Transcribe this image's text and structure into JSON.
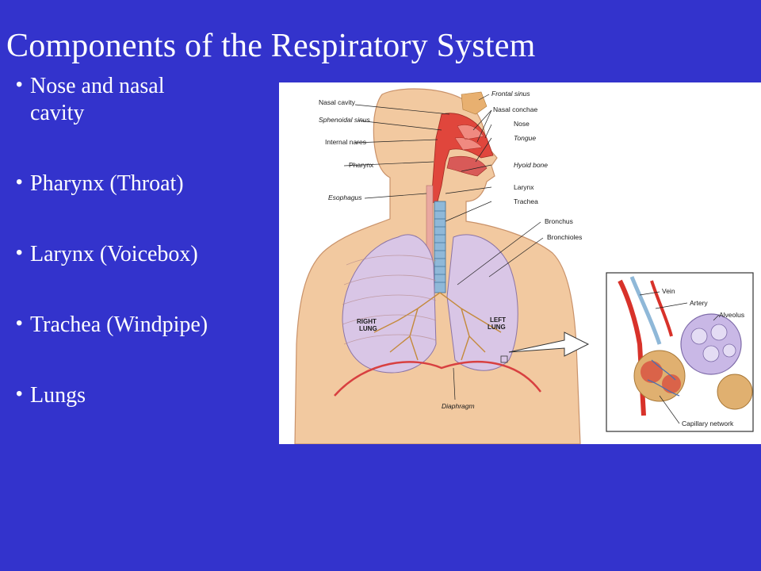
{
  "slide": {
    "title": "Components of the Respiratory System",
    "bullets": [
      {
        "line1": "Nose and nasal",
        "line2": "cavity"
      },
      {
        "line1": "Pharynx (Throat)"
      },
      {
        "line1": "Larynx (Voicebox)"
      },
      {
        "line1": "Trachea (Windpipe)"
      },
      {
        "line1": "Lungs"
      }
    ]
  },
  "figure": {
    "left_labels": {
      "nasal_cavity": "Nasal cavity",
      "sphenoidal_sinus": "Sphenoidal sinus",
      "internal_nares": "Internal nares",
      "pharynx": "Pharynx",
      "esophagus": "Esophagus"
    },
    "right_labels": {
      "frontal_sinus": "Frontal sinus",
      "nasal_conchae": "Nasal conchae",
      "nose": "Nose",
      "tongue": "Tongue",
      "hyoid_bone": "Hyoid bone",
      "larynx": "Larynx",
      "trachea": "Trachea",
      "bronchus": "Bronchus",
      "bronchioles": "Bronchioles"
    },
    "lung_labels": {
      "right_l1": "RIGHT",
      "right_l2": "LUNG",
      "left_l1": "LEFT",
      "left_l2": "LUNG"
    },
    "diaphragm": "Diaphragm",
    "inset": {
      "vein": "Vein",
      "artery": "Artery",
      "alveolus": "Alveolus",
      "capillary_network": "Capillary network"
    }
  },
  "colors": {
    "background": "#3333cc",
    "skin": "#f2c9a0",
    "lung": "#d9c6e6",
    "airway": "#8fb8d8",
    "capillary": "#d8322a"
  }
}
